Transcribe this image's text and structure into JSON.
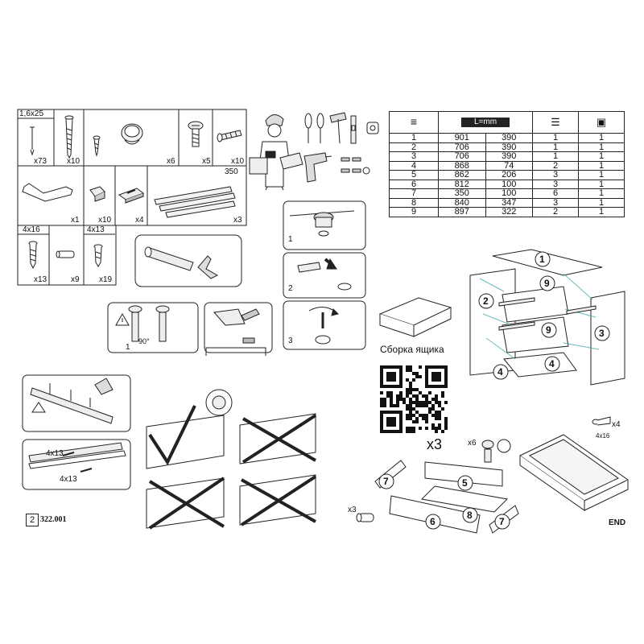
{
  "hardware_panel": {
    "top_row": [
      {
        "id": "nail",
        "size": "1,6x25",
        "qty": "x73"
      },
      {
        "id": "long-screw",
        "qty": "x10"
      },
      {
        "id": "short-screw"
      },
      {
        "id": "knob",
        "qty": "x6"
      },
      {
        "id": "cam-lock",
        "qty": "x5"
      },
      {
        "id": "bolt",
        "qty": "x10"
      }
    ],
    "mid_row": [
      {
        "id": "hex-key",
        "qty": "x1"
      },
      {
        "id": "clip",
        "qty": "x10"
      },
      {
        "id": "plate",
        "qty": "x4"
      },
      {
        "id": "rails",
        "size": "350",
        "qty": "x3"
      }
    ],
    "bottom_row": [
      {
        "id": "screw-4x16",
        "size": "4x16",
        "qty": "x13"
      },
      {
        "id": "dowel",
        "qty": "x9"
      },
      {
        "id": "screw-4x13",
        "size": "4x13",
        "qty": "x19"
      }
    ]
  },
  "spec_table": {
    "header_l": "L=mm",
    "rows": [
      [
        "1",
        "901",
        "390",
        "1",
        "1"
      ],
      [
        "2",
        "706",
        "390",
        "1",
        "1"
      ],
      [
        "3",
        "706",
        "390",
        "1",
        "1"
      ],
      [
        "4",
        "868",
        "74",
        "2",
        "1"
      ],
      [
        "5",
        "862",
        "206",
        "3",
        "1"
      ],
      [
        "6",
        "812",
        "100",
        "3",
        "1"
      ],
      [
        "7",
        "350",
        "100",
        "6",
        "1"
      ],
      [
        "8",
        "840",
        "347",
        "3",
        "1"
      ],
      [
        "9",
        "897",
        "322",
        "2",
        "1"
      ]
    ]
  },
  "steps": {
    "cam_step_1": "1",
    "cam_step_2": "2",
    "cam_step_3": "3",
    "level_step": "1",
    "angle": "90°"
  },
  "slides": {
    "screw_a": "4x13",
    "screw_b": "4x13"
  },
  "drawer_section": {
    "title": "Сборка ящика",
    "multiplier": "x3",
    "cam_qty": "x6",
    "dowel_qty": "x3",
    "screw_qty": "x4",
    "screw_size": "4x16"
  },
  "part_numbers": {
    "carcass": [
      "1",
      "9",
      "2",
      "9",
      "3",
      "4",
      "4"
    ],
    "drawer": [
      "7",
      "5",
      "8",
      "6",
      "7"
    ]
  },
  "footer": {
    "page": "2",
    "code": "322.001",
    "end": "END"
  }
}
